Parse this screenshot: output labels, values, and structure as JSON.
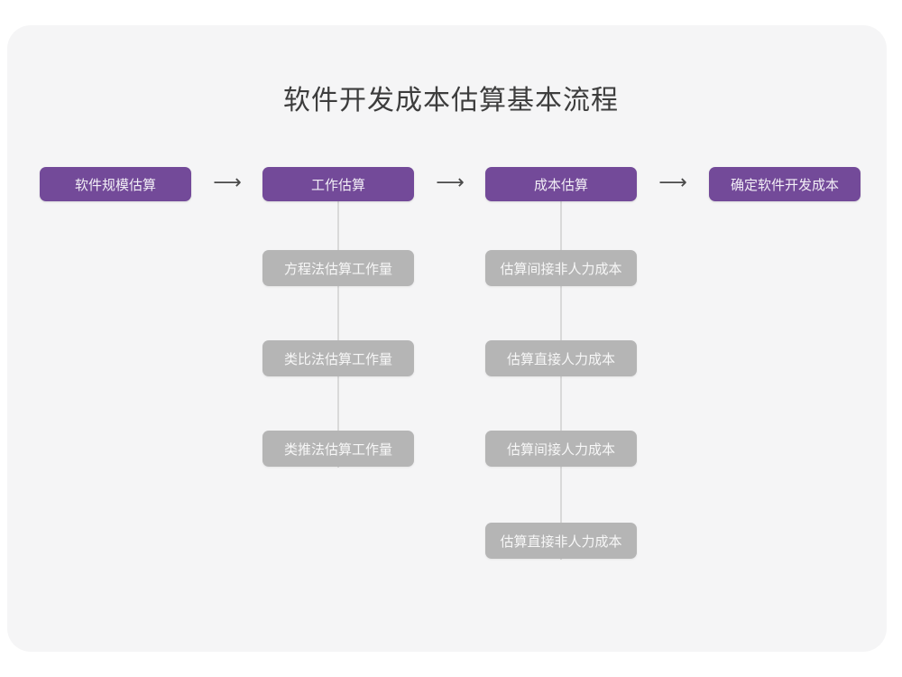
{
  "diagram": {
    "title": "软件开发成本估算基本流程",
    "arrow_glyph": "⟶",
    "colors": {
      "panel_background": "#f5f5f6",
      "page_background": "#ffffff",
      "primary_node": "#734a99",
      "secondary_node": "#b5b5b5",
      "connector_line": "#d9d9d9",
      "title_text": "#3d3d3d",
      "node_text": "#f7f7f7"
    },
    "stages": [
      {
        "id": "stage-1",
        "label": "软件规模估算",
        "substeps": []
      },
      {
        "id": "stage-2",
        "label": "工作估算",
        "substeps": [
          "方程法估算工作量",
          "类比法估算工作量",
          "类推法估算工作量"
        ]
      },
      {
        "id": "stage-3",
        "label": "成本估算",
        "substeps": [
          "估算间接非人力成本",
          "估算直接人力成本",
          "估算间接人力成本",
          "估算直接非人力成本"
        ]
      },
      {
        "id": "stage-4",
        "label": "确定软件开发成本",
        "substeps": []
      }
    ],
    "arrows": [
      {
        "id": "arrow-1",
        "from": "stage-1",
        "to": "stage-2"
      },
      {
        "id": "arrow-2",
        "from": "stage-2",
        "to": "stage-3"
      },
      {
        "id": "arrow-3",
        "from": "stage-3",
        "to": "stage-4"
      }
    ]
  }
}
